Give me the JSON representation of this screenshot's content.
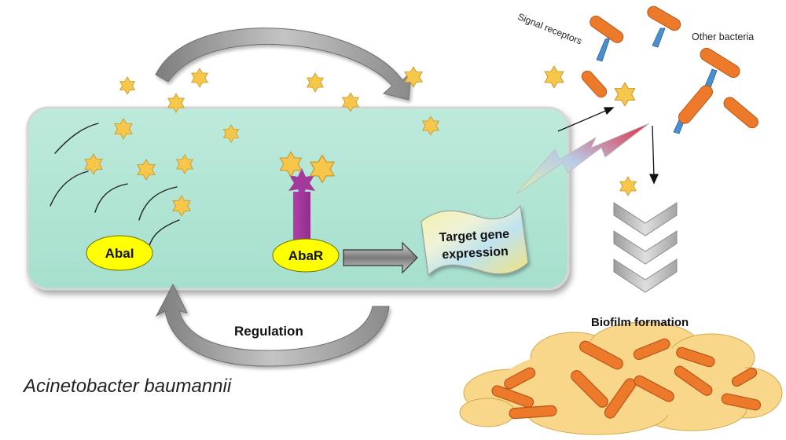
{
  "species_label": "Acinetobacter baumannii",
  "regulation_label": "Regulation",
  "signal_receptors_label": "Signal receptors",
  "other_bacteria_label": "Other bacteria",
  "biofilm_label": "Biofilm formation",
  "abai_label": "AbaI",
  "abar_label": "AbaR",
  "target_gene_label": "Target gene expression",
  "colors": {
    "cell_fill": "#b3e6d6",
    "signal_star": "#f6c74b",
    "protein_oval": "#ffff00",
    "receptor_column": "#a3399b",
    "bacteria": "#ec7a2a",
    "receptor_stem": "#4a8fd0",
    "biofilm": "#f8d78a",
    "arrow_gray": "#9a9a9a"
  }
}
